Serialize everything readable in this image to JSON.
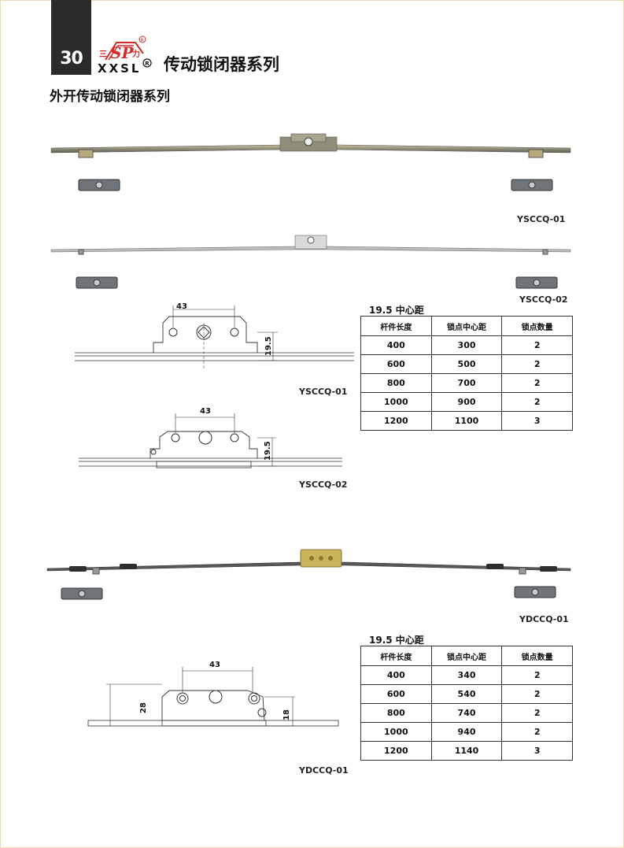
{
  "header": {
    "page_number": "30",
    "brand_letters": "XXSL",
    "series_title": "传动锁闭器系列",
    "section_title": "外开传动锁闭器系列"
  },
  "products": {
    "photo1_model": "YSCCQ-01",
    "photo2_model": "YSCCQ-02",
    "drawing1_model": "YSCCQ-01",
    "drawing2_model": "YSCCQ-02",
    "photo3_model": "YDCCQ-01",
    "drawing3_model": "YDCCQ-01"
  },
  "dimensions": {
    "d1_width": "43",
    "d1_height": "19.5",
    "d2_width": "43",
    "d2_height": "19.5",
    "d3_width": "43",
    "d3_left_height": "28",
    "d3_right_height": "18"
  },
  "table1": {
    "caption": "19.5 中心距",
    "headers": [
      "杆件长度",
      "锁点中心距",
      "锁点数量"
    ],
    "rows": [
      [
        "400",
        "300",
        "2"
      ],
      [
        "600",
        "500",
        "2"
      ],
      [
        "800",
        "700",
        "2"
      ],
      [
        "1000",
        "900",
        "2"
      ],
      [
        "1200",
        "1100",
        "3"
      ]
    ]
  },
  "table2": {
    "caption": "19.5 中心距",
    "headers": [
      "杆件长度",
      "锁点中心距",
      "锁点数量"
    ],
    "rows": [
      [
        "400",
        "340",
        "2"
      ],
      [
        "600",
        "540",
        "2"
      ],
      [
        "800",
        "740",
        "2"
      ],
      [
        "1000",
        "940",
        "2"
      ],
      [
        "1200",
        "1140",
        "3"
      ]
    ]
  },
  "colors": {
    "header_tab": "#2b2b2b",
    "logo_red": "#d42a2a",
    "metal": "#9aa0a4",
    "brass": "#c9b45a"
  }
}
